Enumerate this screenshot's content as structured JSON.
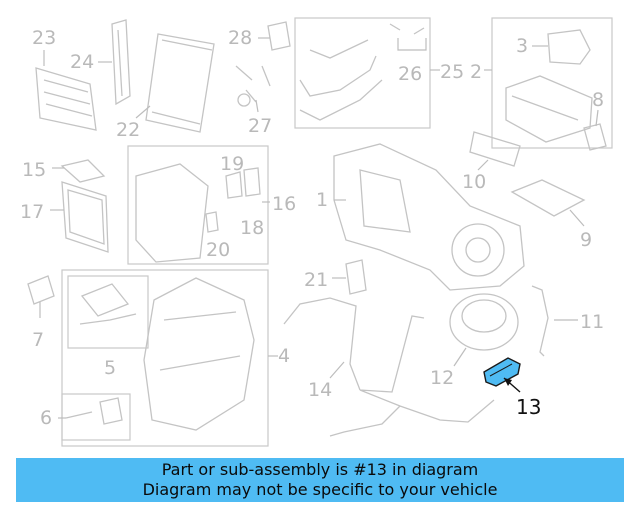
{
  "diagram": {
    "callouts": [
      "1",
      "2",
      "3",
      "4",
      "5",
      "6",
      "7",
      "8",
      "9",
      "10",
      "11",
      "12",
      "13",
      "14",
      "15",
      "16",
      "17",
      "18",
      "19",
      "20",
      "21",
      "22",
      "23",
      "24",
      "25",
      "26",
      "27",
      "28"
    ],
    "highlighted_callout": "13",
    "highlight_color": "#4fbbf3"
  },
  "banner": {
    "line1": "Part or sub-assembly is #13 in diagram",
    "line2": "Diagram may not be specific to your vehicle",
    "background": "#4fbbf3"
  }
}
